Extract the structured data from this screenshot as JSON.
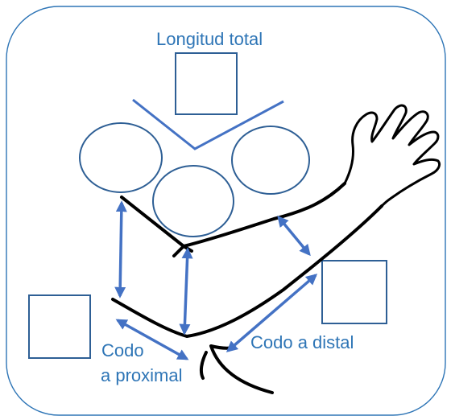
{
  "labels": {
    "total_length": "Longitud total",
    "elbow_to_proximal_line1": "Codo",
    "elbow_to_proximal_line2": "a proximal",
    "elbow_to_distal": "Codo a distal"
  },
  "colors": {
    "label": "#2e75b6",
    "measurement_arrow": "#4472c4",
    "shape_outline": "#2e5f95",
    "arm_outline": "#000000"
  }
}
